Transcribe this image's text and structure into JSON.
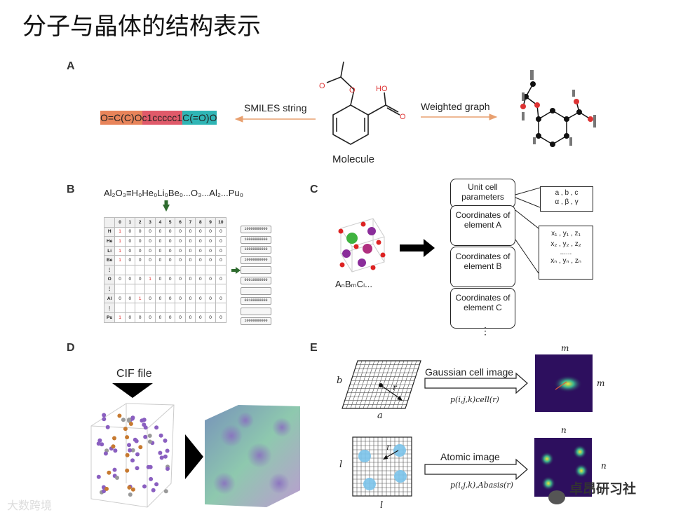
{
  "title": "分子与晶体的结构表示",
  "panels": {
    "a": {
      "label": "A",
      "smiles_label": "SMILES string",
      "graph_label": "Weighted graph",
      "molecule_label": "Molecule",
      "smiles_parts": [
        "O=C(C)O",
        "c1ccccc1",
        "C(=O)O"
      ],
      "atom_o1": "O",
      "atom_o2": "O",
      "atom_o3": "O",
      "atom_oh": "HO"
    },
    "b": {
      "label": "B",
      "formula": "Al₂O₃≡H₀He₀Li₀Be₀...O₃...Al₂...Pu₀",
      "columns": [
        "",
        "0",
        "1",
        "2",
        "3",
        "4",
        "5",
        "6",
        "7",
        "8",
        "9",
        "10"
      ],
      "rows": [
        {
          "el": "H",
          "v": [
            "1",
            "0",
            "0",
            "0",
            "0",
            "0",
            "0",
            "0",
            "0",
            "0",
            "0"
          ]
        },
        {
          "el": "He",
          "v": [
            "1",
            "0",
            "0",
            "0",
            "0",
            "0",
            "0",
            "0",
            "0",
            "0",
            "0"
          ]
        },
        {
          "el": "Li",
          "v": [
            "1",
            "0",
            "0",
            "0",
            "0",
            "0",
            "0",
            "0",
            "0",
            "0",
            "0"
          ]
        },
        {
          "el": "Be",
          "v": [
            "1",
            "0",
            "0",
            "0",
            "0",
            "0",
            "0",
            "0",
            "0",
            "0",
            "0"
          ]
        },
        {
          "el": "⋮",
          "v": [
            "",
            "",
            "",
            "",
            "",
            "",
            "",
            "",
            "",
            "",
            ""
          ]
        },
        {
          "el": "O",
          "v": [
            "0",
            "0",
            "0",
            "1",
            "0",
            "0",
            "0",
            "0",
            "0",
            "0",
            "0"
          ]
        },
        {
          "el": "⋮",
          "v": [
            "",
            "",
            "",
            "",
            "",
            "",
            "",
            "",
            "",
            "",
            ""
          ]
        },
        {
          "el": "Al",
          "v": [
            "0",
            "0",
            "1",
            "0",
            "0",
            "0",
            "0",
            "0",
            "0",
            "0",
            "0"
          ]
        },
        {
          "el": "⋮",
          "v": [
            "",
            "",
            "",
            "",
            "",
            "",
            "",
            "",
            "",
            "",
            ""
          ]
        },
        {
          "el": "Pu",
          "v": [
            "1",
            "0",
            "0",
            "0",
            "0",
            "0",
            "0",
            "0",
            "0",
            "0",
            "0"
          ]
        }
      ],
      "codes": [
        "10000000000",
        "10000000000",
        "10000000000",
        "10000000000",
        "",
        "00010000000",
        "",
        "00100000000",
        "",
        "10000000000"
      ]
    },
    "c": {
      "label": "C",
      "formula": "AₙBₘCₗ...",
      "unit_cell": "Unit cell parameters",
      "coord_a": "Coordinates of element A",
      "coord_b": "Coordinates of element B",
      "coord_c": "Coordinates of element C",
      "params_1": "a , b , c",
      "params_2": "α , β , γ",
      "coords_1": "x₁ , y₁ , z₁",
      "coords_2": "x₂ , y₂ , z₂",
      "coords_3": "......",
      "coords_4": "xₙ , yₙ , zₙ",
      "more": "⋮"
    },
    "d": {
      "label": "D",
      "cif_label": "CIF file"
    },
    "e": {
      "label": "E",
      "gaussian_label": "Gaussian cell image",
      "atomic_label": "Atomic image",
      "p_cell": "p(i,j,k)cell(r)",
      "p_basis": "p(i,j,k),Abasis(r)",
      "axis_a": "a",
      "axis_b": "b",
      "axis_l1": "l",
      "axis_l2": "l",
      "axis_r1": "r",
      "axis_r2": "r",
      "m_top": "m",
      "m_right": "m",
      "n_top": "n",
      "n_right": "n"
    }
  },
  "watermark_left": "大数跨境",
  "watermark_right": "卓昂研习社",
  "colors": {
    "smiles1": "#e8845a",
    "smiles2": "#e05a6a",
    "smiles3": "#2fb5b5",
    "arrow": "#e8a070"
  }
}
